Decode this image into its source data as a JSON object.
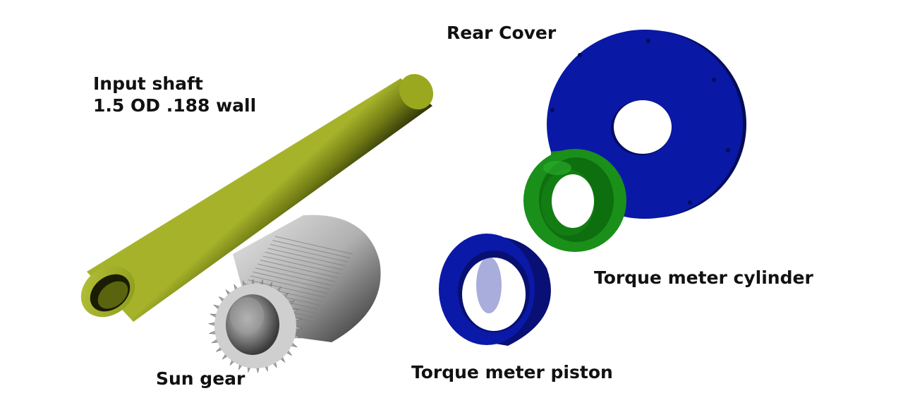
{
  "labels": {
    "rear_cover": "Rear Cover",
    "input_shaft_line1": "Input shaft",
    "input_shaft_line2": "1.5 OD .188 wall",
    "sun_gear": "Sun gear",
    "torque_meter_piston": "Torque meter piston",
    "torque_meter_cylinder": "Torque meter cylinder"
  },
  "colors": {
    "input_shaft": "#9aa81e",
    "sun_gear": "#bdbdbd",
    "rear_cover": "#0a1aa8",
    "torque_meter_piston": "#0a1aa8",
    "torque_meter_cylinder": "#1f9a1f"
  }
}
